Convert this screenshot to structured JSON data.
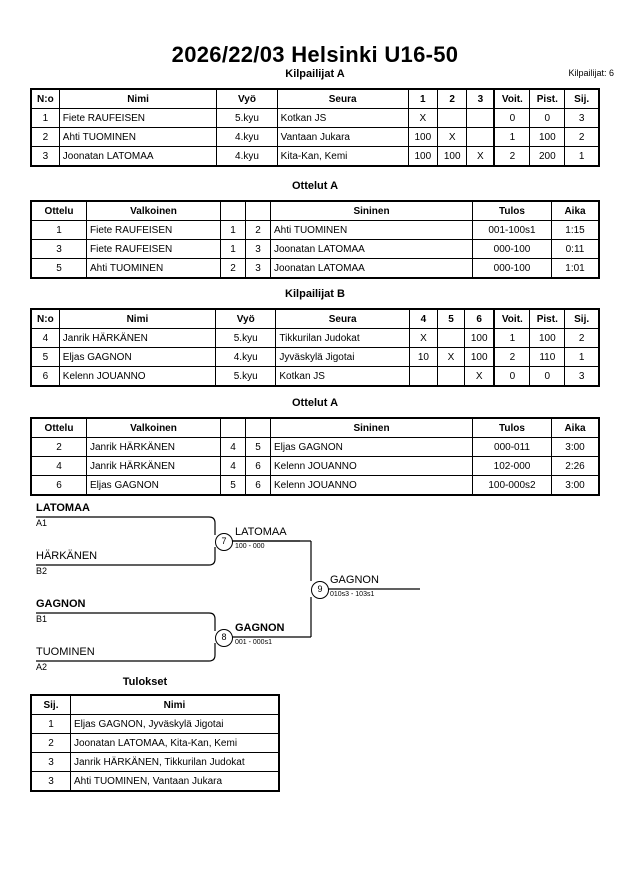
{
  "header": {
    "title": "2026/22/03  Helsinki   U16-50",
    "entrant_count_label": "Kilpailijat: 6"
  },
  "sections": {
    "pool_a_heading": "Kilpailijat A",
    "matches_a_heading": "Ottelut A",
    "pool_b_heading": "Kilpailijat B",
    "matches_b_heading": "Ottelut A",
    "results_heading": "Tulokset"
  },
  "pool_table": {
    "columns": {
      "no": "N:o",
      "name": "Nimi",
      "belt": "Vyö",
      "club": "Seura",
      "wins": "Voit.",
      "points": "Pist.",
      "rank": "Sij."
    }
  },
  "pool_a": {
    "score_columns": [
      "1",
      "2",
      "3"
    ],
    "rows": [
      {
        "no": "1",
        "name": "Fiete RAUFEISEN",
        "belt": "5.kyu",
        "club": "Kotkan JS",
        "scores": [
          "X",
          "",
          ""
        ],
        "wins": "0",
        "points": "0",
        "rank": "3"
      },
      {
        "no": "2",
        "name": "Ahti TUOMINEN",
        "belt": "4.kyu",
        "club": "Vantaan Jukara",
        "scores": [
          "100",
          "X",
          ""
        ],
        "wins": "1",
        "points": "100",
        "rank": "2"
      },
      {
        "no": "3",
        "name": "Joonatan LATOMAA",
        "belt": "4.kyu",
        "club": "Kita-Kan, Kemi",
        "scores": [
          "100",
          "100",
          "X"
        ],
        "wins": "2",
        "points": "200",
        "rank": "1"
      }
    ]
  },
  "pool_b": {
    "score_columns": [
      "4",
      "5",
      "6"
    ],
    "rows": [
      {
        "no": "4",
        "name": "Janrik HÄRKÄNEN",
        "belt": "5.kyu",
        "club": "Tikkurilan Judokat",
        "scores": [
          "X",
          "",
          "100"
        ],
        "wins": "1",
        "points": "100",
        "rank": "2"
      },
      {
        "no": "5",
        "name": "Eljas GAGNON",
        "belt": "4.kyu",
        "club": "Jyväskylä Jigotai",
        "scores": [
          "10",
          "X",
          "100"
        ],
        "wins": "2",
        "points": "110",
        "rank": "1"
      },
      {
        "no": "6",
        "name": "Kelenn JOUANNO",
        "belt": "5.kyu",
        "club": "Kotkan JS",
        "scores": [
          "",
          "",
          "X"
        ],
        "wins": "0",
        "points": "0",
        "rank": "3"
      }
    ]
  },
  "match_table": {
    "columns": {
      "match": "Ottelu",
      "white": "Valkoinen",
      "blue": "Sininen",
      "result": "Tulos",
      "time": "Aika"
    }
  },
  "matches_a": {
    "rows": [
      {
        "match": "1",
        "white": "Fiete RAUFEISEN",
        "white_no": "1",
        "blue_no": "2",
        "blue": "Ahti TUOMINEN",
        "result": "001-100s1",
        "time": "1:15",
        "winner": "blue"
      },
      {
        "match": "3",
        "white": "Fiete RAUFEISEN",
        "white_no": "1",
        "blue_no": "3",
        "blue": "Joonatan LATOMAA",
        "result": "000-100",
        "time": "0:11",
        "winner": "blue"
      },
      {
        "match": "5",
        "white": "Ahti TUOMINEN",
        "white_no": "2",
        "blue_no": "3",
        "blue": "Joonatan LATOMAA",
        "result": "000-100",
        "time": "1:01",
        "winner": "blue"
      }
    ]
  },
  "matches_b": {
    "rows": [
      {
        "match": "2",
        "white": "Janrik HÄRKÄNEN",
        "white_no": "4",
        "blue_no": "5",
        "blue": "Eljas GAGNON",
        "result": "000-011",
        "time": "3:00",
        "winner": "blue"
      },
      {
        "match": "4",
        "white": "Janrik HÄRKÄNEN",
        "white_no": "4",
        "blue_no": "6",
        "blue": "Kelenn JOUANNO",
        "result": "102-000",
        "time": "2:26",
        "winner": "white"
      },
      {
        "match": "6",
        "white": "Eljas GAGNON",
        "white_no": "5",
        "blue_no": "6",
        "blue": "Kelenn JOUANNO",
        "result": "100-000s2",
        "time": "3:00",
        "winner": "white"
      }
    ]
  },
  "bracket": {
    "entries": [
      {
        "name": "LATOMAA",
        "seed": "A1",
        "bold": true
      },
      {
        "name": "HÄRKÄNEN",
        "seed": "B2",
        "bold": false
      },
      {
        "name": "GAGNON",
        "seed": "B1",
        "bold": true
      },
      {
        "name": "TUOMINEN",
        "seed": "A2",
        "bold": false
      }
    ],
    "nodes": [
      {
        "number": "7",
        "winner": "LATOMAA",
        "score": "100 - 000",
        "bold": false
      },
      {
        "number": "8",
        "winner": "GAGNON",
        "score": "001 - 000s1",
        "bold": true
      },
      {
        "number": "9",
        "winner": "GAGNON",
        "score": "010s3 - 103s1",
        "bold": false
      }
    ]
  },
  "results": {
    "columns": {
      "rank": "Sij.",
      "name": "Nimi"
    },
    "rows": [
      {
        "rank": "1",
        "name": "Eljas GAGNON, Jyväskylä Jigotai"
      },
      {
        "rank": "2",
        "name": "Joonatan LATOMAA, Kita-Kan, Kemi"
      },
      {
        "rank": "3",
        "name": "Janrik HÄRKÄNEN, Tikkurilan Judokat"
      },
      {
        "rank": "3",
        "name": "Ahti TUOMINEN, Vantaan Jukara"
      }
    ]
  }
}
